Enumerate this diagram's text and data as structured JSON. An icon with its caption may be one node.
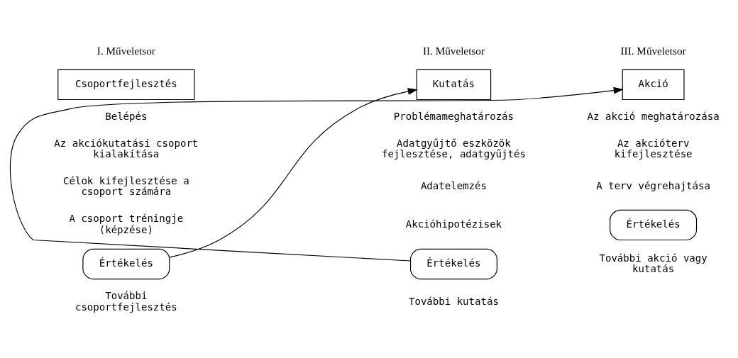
{
  "diagram": {
    "nodes": [
      {
        "text": [
          "Csoportfejlesztés"
        ]
      },
      {
        "text": [
          "Értékelés"
        ]
      },
      {
        "text": [
          "Kutatás"
        ]
      },
      {
        "text": [
          "Értékelés"
        ]
      },
      {
        "text": [
          "Akció"
        ]
      },
      {
        "text": [
          "Értékelés"
        ]
      }
    ],
    "edges": [
      {
        "from": 1,
        "to": 2,
        "arrow": "to"
      },
      {
        "from": 3,
        "to": 4,
        "arrow": "to"
      }
    ],
    "labels": [
      "I. Műveletsor",
      "Belépés",
      "Az akciókutatási csoport kialakítása",
      "Célok kifejlesztése a csoport számára",
      "A csoport tréningje (képzése)",
      "További csoportfejlesztés",
      "II. Műveletsor",
      "Problémameghatározás",
      "Adatgyűjtő eszközök fejlesztése, adatgyűjtés",
      "Adatelemzés",
      "Akcióhipotézisek",
      "További kutatás",
      "III. Műveletsor",
      "Az akció meghatározása",
      "Az akcióterv kifejlesztése",
      "A terv végrehajtása",
      "További akció vagy kutatás"
    ]
  }
}
